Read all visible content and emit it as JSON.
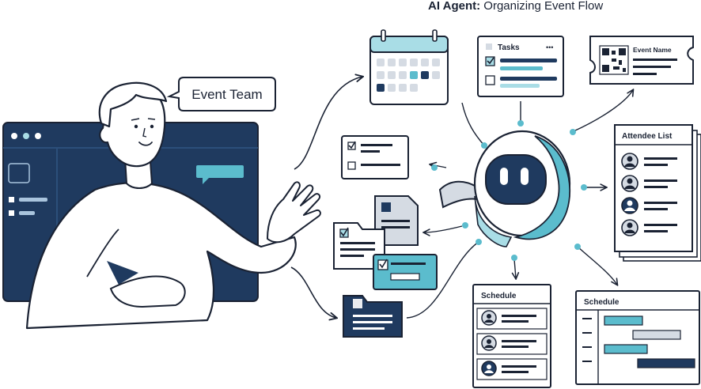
{
  "header": {
    "title_bold": "AI Agent:",
    "title_rest": "Organizing Event Flow"
  },
  "speech_bubble": {
    "text": "Event Team"
  },
  "cards": {
    "tasks_title": "Tasks",
    "tasks_menu": "•••",
    "ticket_title": "Event Name",
    "attendee_title": "Attendee List",
    "schedule_list_title": "Schedule",
    "schedule_gantt_title": "Schedule"
  },
  "colors": {
    "navy": "#1f3a5f",
    "teal": "#5bbccd",
    "light_teal": "#a9dde6",
    "outline": "#1a2233",
    "gray": "#d5dbe3"
  },
  "icons": [
    "calendar-icon",
    "tasks-icon",
    "ticket-icon",
    "qr-code-icon",
    "robot-icon",
    "attendee-icon",
    "schedule-icon",
    "folder-icon",
    "checklist-icon",
    "speech-bubble-icon"
  ]
}
